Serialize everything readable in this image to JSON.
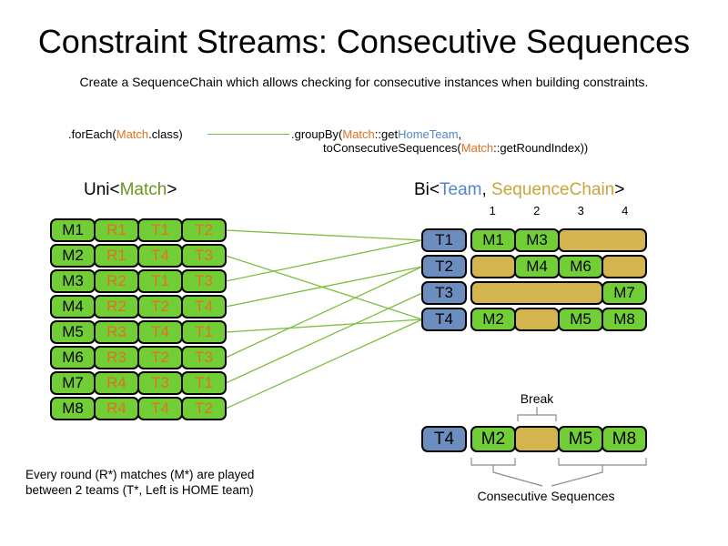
{
  "title": "Constraint Streams: Consecutive Sequences",
  "subtitle": "Create a SequenceChain which allows checking for consecutive instances when building constraints.",
  "code": {
    "foreach_pre": ".forEach(",
    "foreach_match": "Match",
    "foreach_post": ".class)",
    "groupby_pre": ".groupBy(",
    "groupby_match": "Match",
    "groupby_mid": "::get",
    "groupby_hometeam": "HomeTeam",
    "groupby_comma": ",",
    "line2_pre": "toConsecutiveSequences(",
    "line2_match": "Match",
    "line2_post": "::getRoundIndex))"
  },
  "uni_header": {
    "pre": "Uni<",
    "match": "Match",
    "post": ">"
  },
  "bi_header": {
    "pre": "Bi<",
    "team": "Team",
    "comma": ", ",
    "chain": "SequenceChain",
    "post": ">"
  },
  "uni_table": {
    "rows": [
      {
        "m": "M1",
        "r": "R1",
        "home": "T1",
        "away": "T2"
      },
      {
        "m": "M2",
        "r": "R1",
        "home": "T4",
        "away": "T3"
      },
      {
        "m": "M3",
        "r": "R2",
        "home": "T1",
        "away": "T3"
      },
      {
        "m": "M4",
        "r": "R2",
        "home": "T2",
        "away": "T4"
      },
      {
        "m": "M5",
        "r": "R3",
        "home": "T4",
        "away": "T1"
      },
      {
        "m": "M6",
        "r": "R3",
        "home": "T2",
        "away": "T3"
      },
      {
        "m": "M7",
        "r": "R4",
        "home": "T3",
        "away": "T1"
      },
      {
        "m": "M8",
        "r": "R4",
        "home": "T4",
        "away": "T2"
      }
    ]
  },
  "bi_grid": {
    "col_headers": [
      "1",
      "2",
      "3",
      "4"
    ],
    "rows": [
      {
        "team": "T1",
        "cells": [
          "M1",
          "M3"
        ]
      },
      {
        "team": "T2",
        "cells": [
          "M4",
          "M6"
        ]
      },
      {
        "team": "T3",
        "cells": [
          "M7"
        ]
      },
      {
        "team": "T4",
        "cells": [
          "M2",
          "M5",
          "M8"
        ]
      }
    ]
  },
  "break_example": {
    "team": "T4",
    "cells": [
      "M2",
      "M5",
      "M8"
    ],
    "break_label": "Break",
    "consecutive_label": "Consecutive Sequences"
  },
  "footnote": {
    "line1": "Every round (R*) matches (M*) are played",
    "line2": "between 2 teams (T*, Left is HOME team)"
  },
  "colors": {
    "match_green": "#72CE36",
    "gap_tan": "#D4B44E",
    "team_blue": "#6C8EBF",
    "orange_text": "#E2711D",
    "blue_text": "#5585C8",
    "gold_text": "#C8A53C",
    "green_text": "#66961E",
    "line_green": "#7CBE3B",
    "bracket_gray": "#8C8C8C"
  }
}
